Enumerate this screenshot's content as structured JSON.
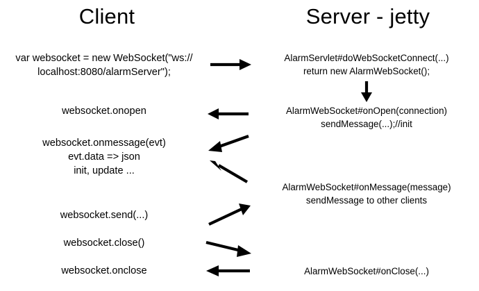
{
  "diagram": {
    "title": "WebSocket Client / Server (jetty) sequence diagram",
    "background_color": "#ffffff",
    "ink_color": "#000000",
    "columns": {
      "client_title": "Client",
      "server_title": "Server - jetty"
    },
    "client_steps": [
      {
        "id": "c-connect",
        "text": "var websocket = new WebSocket(\"ws://\nlocalhost:8080/alarmServer\");"
      },
      {
        "id": "c-onopen",
        "text": "websocket.onopen"
      },
      {
        "id": "c-onmessage",
        "text": "websocket.onmessage(evt)\nevt.data => json\ninit, update ..."
      },
      {
        "id": "c-send",
        "text": "websocket.send(...)"
      },
      {
        "id": "c-close",
        "text": "websocket.close()"
      },
      {
        "id": "c-onclose",
        "text": "websocket.onclose"
      }
    ],
    "server_steps": [
      {
        "id": "s-connect",
        "text": "AlarmServlet#doWebSocketConnect(...)\nreturn new AlarmWebSocket();"
      },
      {
        "id": "s-onopen",
        "text": "AlarmWebSocket#onOpen(connection)\nsendMessage(...);//init"
      },
      {
        "id": "s-onmessage",
        "text": "AlarmWebSocket#onMessage(message)\nsendMessage to other clients"
      },
      {
        "id": "s-onclose",
        "text": "AlarmWebSocket#onClose(...)"
      }
    ],
    "arrows": [
      {
        "id": "arrow-connect",
        "direction": "client-to-server",
        "shape": "horizontal"
      },
      {
        "id": "arrow-servlet-to-socket",
        "direction": "server-internal",
        "shape": "vertical-down"
      },
      {
        "id": "arrow-onopen",
        "direction": "server-to-client",
        "shape": "horizontal"
      },
      {
        "id": "arrow-init-message",
        "direction": "server-to-client",
        "shape": "diagonal-down-left"
      },
      {
        "id": "arrow-update-message",
        "direction": "server-to-client",
        "shape": "diagonal-up-left"
      },
      {
        "id": "arrow-send",
        "direction": "client-to-server",
        "shape": "diagonal-up-right"
      },
      {
        "id": "arrow-close",
        "direction": "client-to-server",
        "shape": "diagonal-down-right"
      },
      {
        "id": "arrow-onclose",
        "direction": "server-to-client",
        "shape": "horizontal"
      }
    ]
  }
}
